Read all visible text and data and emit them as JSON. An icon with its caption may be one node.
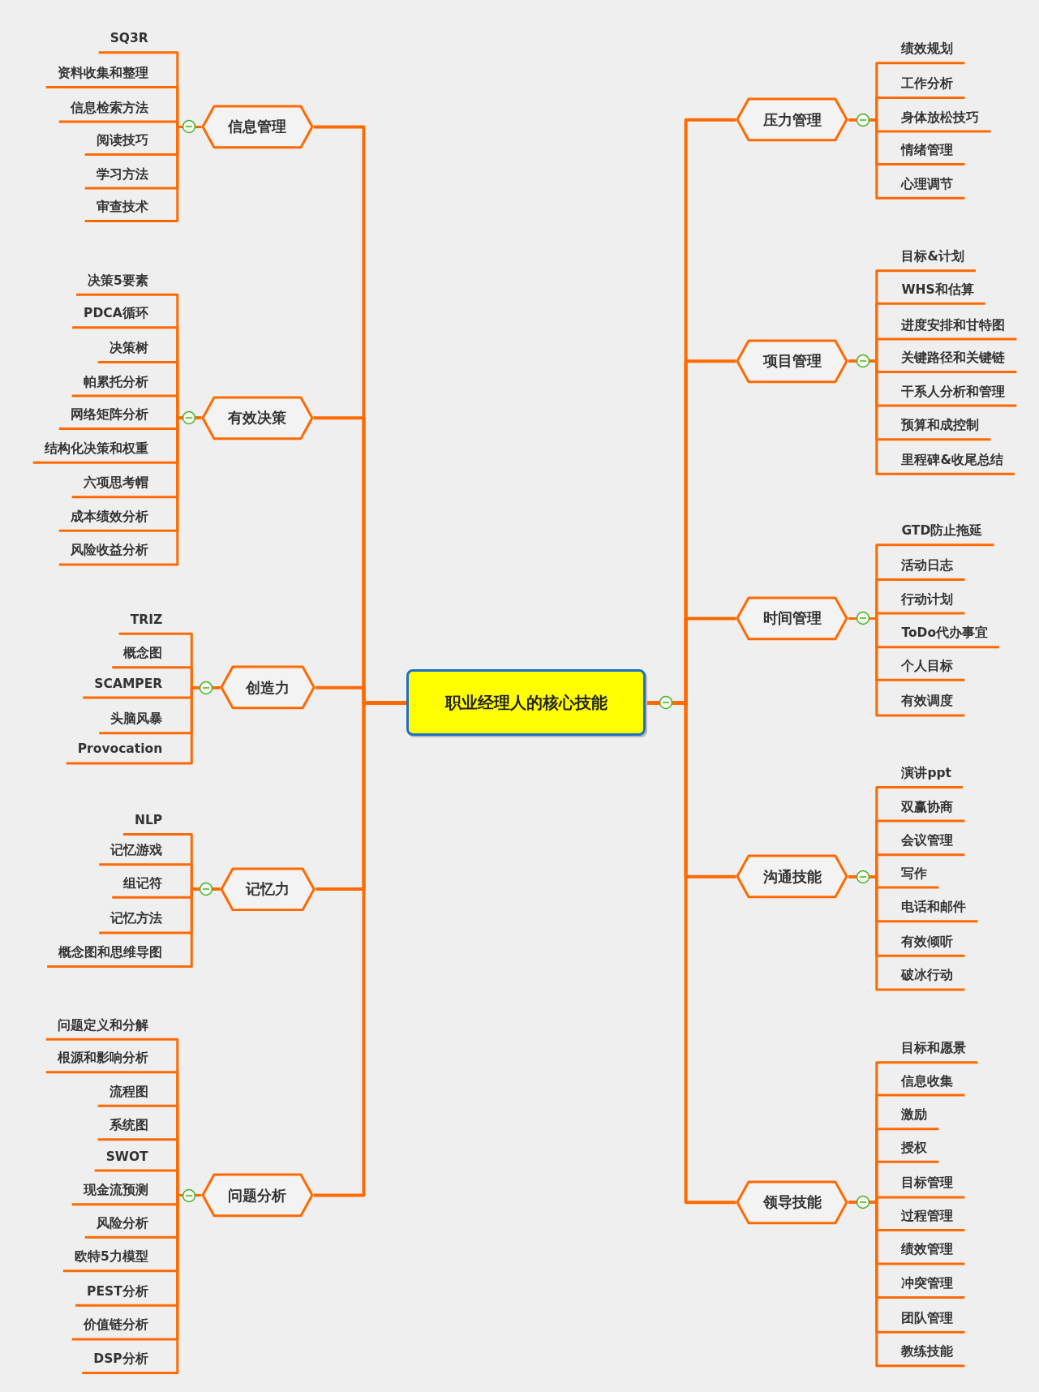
{
  "diagram": {
    "nodes": [
      {
        "text": [
          "职业经理人的核心技能"
        ]
      },
      {
        "text": [
          "信息管理"
        ]
      },
      {
        "text": [
          "SQ3R"
        ]
      },
      {
        "text": [
          "资料收集和整理"
        ]
      },
      {
        "text": [
          "信息检索方法"
        ]
      },
      {
        "text": [
          "阅读技巧"
        ]
      },
      {
        "text": [
          "学习方法"
        ]
      },
      {
        "text": [
          "审查技术"
        ]
      },
      {
        "text": [
          "有效决策"
        ]
      },
      {
        "text": [
          "决策5要素"
        ]
      },
      {
        "text": [
          "PDCA循环"
        ]
      },
      {
        "text": [
          "决策树"
        ]
      },
      {
        "text": [
          "帕累托分析"
        ]
      },
      {
        "text": [
          "网络矩阵分析"
        ]
      },
      {
        "text": [
          "结构化决策和权重"
        ]
      },
      {
        "text": [
          "六项思考帽"
        ]
      },
      {
        "text": [
          "成本绩效分析"
        ]
      },
      {
        "text": [
          "风险收益分析"
        ]
      },
      {
        "text": [
          "创造力"
        ]
      },
      {
        "text": [
          "TRIZ"
        ]
      },
      {
        "text": [
          "概念图"
        ]
      },
      {
        "text": [
          "SCAMPER"
        ]
      },
      {
        "text": [
          "头脑风暴"
        ]
      },
      {
        "text": [
          "Provocation"
        ]
      },
      {
        "text": [
          "记忆力"
        ]
      },
      {
        "text": [
          "NLP"
        ]
      },
      {
        "text": [
          "记忆游戏"
        ]
      },
      {
        "text": [
          "组记符"
        ]
      },
      {
        "text": [
          "记忆方法"
        ]
      },
      {
        "text": [
          "概念图和思维导图"
        ]
      },
      {
        "text": [
          "问题分析"
        ]
      },
      {
        "text": [
          "问题定义和分解"
        ]
      },
      {
        "text": [
          "根源和影响分析"
        ]
      },
      {
        "text": [
          "流程图"
        ]
      },
      {
        "text": [
          "系统图"
        ]
      },
      {
        "text": [
          "SWOT"
        ]
      },
      {
        "text": [
          "现金流预测"
        ]
      },
      {
        "text": [
          "风险分析"
        ]
      },
      {
        "text": [
          "欧特5力模型"
        ]
      },
      {
        "text": [
          "PEST分析"
        ]
      },
      {
        "text": [
          "价值链分析"
        ]
      },
      {
        "text": [
          "DSP分析"
        ]
      },
      {
        "text": [
          "压力管理"
        ]
      },
      {
        "text": [
          "绩效规划"
        ]
      },
      {
        "text": [
          "工作分析"
        ]
      },
      {
        "text": [
          "身体放松技巧"
        ]
      },
      {
        "text": [
          "情绪管理"
        ]
      },
      {
        "text": [
          "心理调节"
        ]
      },
      {
        "text": [
          "项目管理"
        ]
      },
      {
        "text": [
          "目标&计划"
        ]
      },
      {
        "text": [
          "WHS和估算"
        ]
      },
      {
        "text": [
          "进度安排和甘特图"
        ]
      },
      {
        "text": [
          "关键路径和关键链"
        ]
      },
      {
        "text": [
          "干系人分析和管理"
        ]
      },
      {
        "text": [
          "预算和成控制"
        ]
      },
      {
        "text": [
          "里程碑&收尾总结"
        ]
      },
      {
        "text": [
          "时间管理"
        ]
      },
      {
        "text": [
          "GTD防止拖延"
        ]
      },
      {
        "text": [
          "活动日志"
        ]
      },
      {
        "text": [
          "行动计划"
        ]
      },
      {
        "text": [
          "ToDo代办事宜"
        ]
      },
      {
        "text": [
          "个人目标"
        ]
      },
      {
        "text": [
          "有效调度"
        ]
      },
      {
        "text": [
          "沟通技能"
        ]
      },
      {
        "text": [
          "演讲ppt"
        ]
      },
      {
        "text": [
          "双赢协商"
        ]
      },
      {
        "text": [
          "会议管理"
        ]
      },
      {
        "text": [
          "写作"
        ]
      },
      {
        "text": [
          "电话和邮件"
        ]
      },
      {
        "text": [
          "有效倾听"
        ]
      },
      {
        "text": [
          "破冰行动"
        ]
      },
      {
        "text": [
          "领导技能"
        ]
      },
      {
        "text": [
          "目标和愿景"
        ]
      },
      {
        "text": [
          "信息收集"
        ]
      },
      {
        "text": [
          "激励"
        ]
      },
      {
        "text": [
          "授权"
        ]
      },
      {
        "text": [
          "目标管理"
        ]
      },
      {
        "text": [
          "过程管理"
        ]
      },
      {
        "text": [
          "绩效管理"
        ]
      },
      {
        "text": [
          "冲突管理"
        ]
      },
      {
        "text": [
          "团队管理"
        ]
      },
      {
        "text": [
          "教练技能"
        ]
      }
    ],
    "edges": [
      {
        "from": 0,
        "to": 1,
        "arrow": "none"
      },
      {
        "from": 0,
        "to": 8,
        "arrow": "none"
      },
      {
        "from": 0,
        "to": 18,
        "arrow": "none"
      },
      {
        "from": 0,
        "to": 24,
        "arrow": "none"
      },
      {
        "from": 0,
        "to": 30,
        "arrow": "none"
      },
      {
        "from": 0,
        "to": 42,
        "arrow": "none"
      },
      {
        "from": 0,
        "to": 48,
        "arrow": "none"
      },
      {
        "from": 0,
        "to": 56,
        "arrow": "none"
      },
      {
        "from": 0,
        "to": 63,
        "arrow": "none"
      },
      {
        "from": 0,
        "to": 71,
        "arrow": "none"
      },
      {
        "from": 1,
        "to": 2,
        "arrow": "none"
      },
      {
        "from": 1,
        "to": 3,
        "arrow": "none"
      },
      {
        "from": 1,
        "to": 4,
        "arrow": "none"
      },
      {
        "from": 1,
        "to": 5,
        "arrow": "none"
      },
      {
        "from": 1,
        "to": 6,
        "arrow": "none"
      },
      {
        "from": 1,
        "to": 7,
        "arrow": "none"
      },
      {
        "from": 8,
        "to": 9,
        "arrow": "none"
      },
      {
        "from": 8,
        "to": 10,
        "arrow": "none"
      },
      {
        "from": 8,
        "to": 11,
        "arrow": "none"
      },
      {
        "from": 8,
        "to": 12,
        "arrow": "none"
      },
      {
        "from": 8,
        "to": 13,
        "arrow": "none"
      },
      {
        "from": 8,
        "to": 14,
        "arrow": "none"
      },
      {
        "from": 8,
        "to": 15,
        "arrow": "none"
      },
      {
        "from": 8,
        "to": 16,
        "arrow": "none"
      },
      {
        "from": 8,
        "to": 17,
        "arrow": "none"
      },
      {
        "from": 18,
        "to": 19,
        "arrow": "none"
      },
      {
        "from": 18,
        "to": 20,
        "arrow": "none"
      },
      {
        "from": 18,
        "to": 21,
        "arrow": "none"
      },
      {
        "from": 18,
        "to": 22,
        "arrow": "none"
      },
      {
        "from": 18,
        "to": 23,
        "arrow": "none"
      },
      {
        "from": 24,
        "to": 25,
        "arrow": "none"
      },
      {
        "from": 24,
        "to": 26,
        "arrow": "none"
      },
      {
        "from": 24,
        "to": 27,
        "arrow": "none"
      },
      {
        "from": 24,
        "to": 28,
        "arrow": "none"
      },
      {
        "from": 24,
        "to": 29,
        "arrow": "none"
      },
      {
        "from": 30,
        "to": 31,
        "arrow": "none"
      },
      {
        "from": 30,
        "to": 32,
        "arrow": "none"
      },
      {
        "from": 30,
        "to": 33,
        "arrow": "none"
      },
      {
        "from": 30,
        "to": 34,
        "arrow": "none"
      },
      {
        "from": 30,
        "to": 35,
        "arrow": "none"
      },
      {
        "from": 30,
        "to": 36,
        "arrow": "none"
      },
      {
        "from": 30,
        "to": 37,
        "arrow": "none"
      },
      {
        "from": 30,
        "to": 38,
        "arrow": "none"
      },
      {
        "from": 30,
        "to": 39,
        "arrow": "none"
      },
      {
        "from": 30,
        "to": 40,
        "arrow": "none"
      },
      {
        "from": 30,
        "to": 41,
        "arrow": "none"
      },
      {
        "from": 42,
        "to": 43,
        "arrow": "none"
      },
      {
        "from": 42,
        "to": 44,
        "arrow": "none"
      },
      {
        "from": 42,
        "to": 45,
        "arrow": "none"
      },
      {
        "from": 42,
        "to": 46,
        "arrow": "none"
      },
      {
        "from": 42,
        "to": 47,
        "arrow": "none"
      },
      {
        "from": 48,
        "to": 49,
        "arrow": "none"
      },
      {
        "from": 48,
        "to": 50,
        "arrow": "none"
      },
      {
        "from": 48,
        "to": 51,
        "arrow": "none"
      },
      {
        "from": 48,
        "to": 52,
        "arrow": "none"
      },
      {
        "from": 48,
        "to": 53,
        "arrow": "none"
      },
      {
        "from": 48,
        "to": 54,
        "arrow": "none"
      },
      {
        "from": 48,
        "to": 55,
        "arrow": "none"
      },
      {
        "from": 56,
        "to": 57,
        "arrow": "none"
      },
      {
        "from": 56,
        "to": 58,
        "arrow": "none"
      },
      {
        "from": 56,
        "to": 59,
        "arrow": "none"
      },
      {
        "from": 56,
        "to": 60,
        "arrow": "none"
      },
      {
        "from": 56,
        "to": 61,
        "arrow": "none"
      },
      {
        "from": 56,
        "to": 62,
        "arrow": "none"
      },
      {
        "from": 63,
        "to": 64,
        "arrow": "none"
      },
      {
        "from": 63,
        "to": 65,
        "arrow": "none"
      },
      {
        "from": 63,
        "to": 66,
        "arrow": "none"
      },
      {
        "from": 63,
        "to": 67,
        "arrow": "none"
      },
      {
        "from": 63,
        "to": 68,
        "arrow": "none"
      },
      {
        "from": 63,
        "to": 69,
        "arrow": "none"
      },
      {
        "from": 63,
        "to": 70,
        "arrow": "none"
      },
      {
        "from": 71,
        "to": 72,
        "arrow": "none"
      },
      {
        "from": 71,
        "to": 73,
        "arrow": "none"
      },
      {
        "from": 71,
        "to": 74,
        "arrow": "none"
      },
      {
        "from": 71,
        "to": 75,
        "arrow": "none"
      },
      {
        "from": 71,
        "to": 76,
        "arrow": "none"
      },
      {
        "from": 71,
        "to": 77,
        "arrow": "none"
      },
      {
        "from": 71,
        "to": 78,
        "arrow": "none"
      },
      {
        "from": 71,
        "to": 79,
        "arrow": "none"
      },
      {
        "from": 71,
        "to": 80,
        "arrow": "none"
      },
      {
        "from": 71,
        "to": 81,
        "arrow": "none"
      }
    ]
  }
}
